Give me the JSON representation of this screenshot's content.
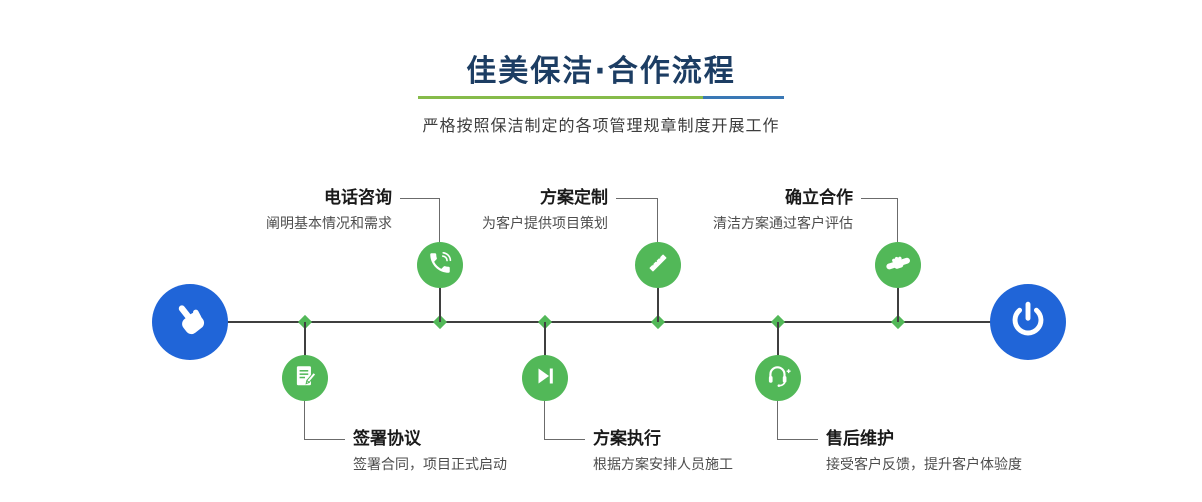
{
  "colors": {
    "title_navy": "#1c3d63",
    "accent_green": "#52b858",
    "underline_green": "#86bb4a",
    "underline_blue": "#3a78b5",
    "node_blue": "#2065d8",
    "line_dark": "#3f3f3f"
  },
  "header": {
    "title": "佳美保洁·合作流程",
    "subtitle": "严格按照保洁制定的各项管理规章制度开展工作"
  },
  "start_node": {
    "icon": "hand-pointer-icon"
  },
  "end_node": {
    "icon": "power-icon"
  },
  "steps": [
    {
      "title": "电话咨询",
      "desc": "阐明基本情况和需求",
      "icon": "phone-icon",
      "position": "top"
    },
    {
      "title": "方案定制",
      "desc": "为客户提供项目策划",
      "icon": "design-icon",
      "position": "top"
    },
    {
      "title": "确立合作",
      "desc": "清洁方案通过客户评估",
      "icon": "handshake-icon",
      "position": "top"
    },
    {
      "title": "签署协议",
      "desc": "签署合同，项目正式启动",
      "icon": "contract-icon",
      "position": "bottom"
    },
    {
      "title": "方案执行",
      "desc": "根据方案安排人员施工",
      "icon": "play-icon",
      "position": "bottom"
    },
    {
      "title": "售后维护",
      "desc": "接受客户反馈，提升客户体验度",
      "icon": "headset-icon",
      "position": "bottom"
    }
  ]
}
